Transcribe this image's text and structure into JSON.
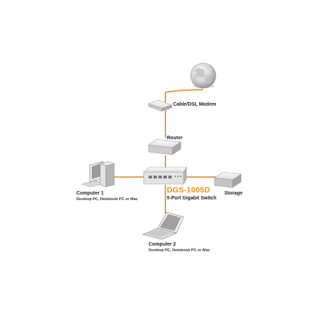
{
  "colors": {
    "cable": "#e2a04a",
    "model_text": "#e8901c",
    "device_light": "#f1f1f1",
    "device_mid": "#d6d6d6",
    "device_dark": "#a9a9a9"
  },
  "nodes": {
    "internet": {
      "label": "Internet",
      "icon": "globe-icon"
    },
    "modem": {
      "label": "Cable/DSL Modem",
      "icon": "modem-icon"
    },
    "router": {
      "label": "Router",
      "icon": "router-icon"
    },
    "switch": {
      "model": "DGS-1005D",
      "label": "5-Port Gigabit Switch",
      "icon": "switch-icon"
    },
    "storage": {
      "label": "Storage",
      "icon": "storage-icon"
    },
    "computer1": {
      "label": "Computer 1",
      "sublabel": "Desktop PC, Notebook PC or Mac",
      "icon": "desktop-pc-icon"
    },
    "computer2": {
      "label": "Computer 2",
      "sublabel": "Desktop PC, Notebook PC or Mac",
      "icon": "laptop-icon"
    }
  }
}
